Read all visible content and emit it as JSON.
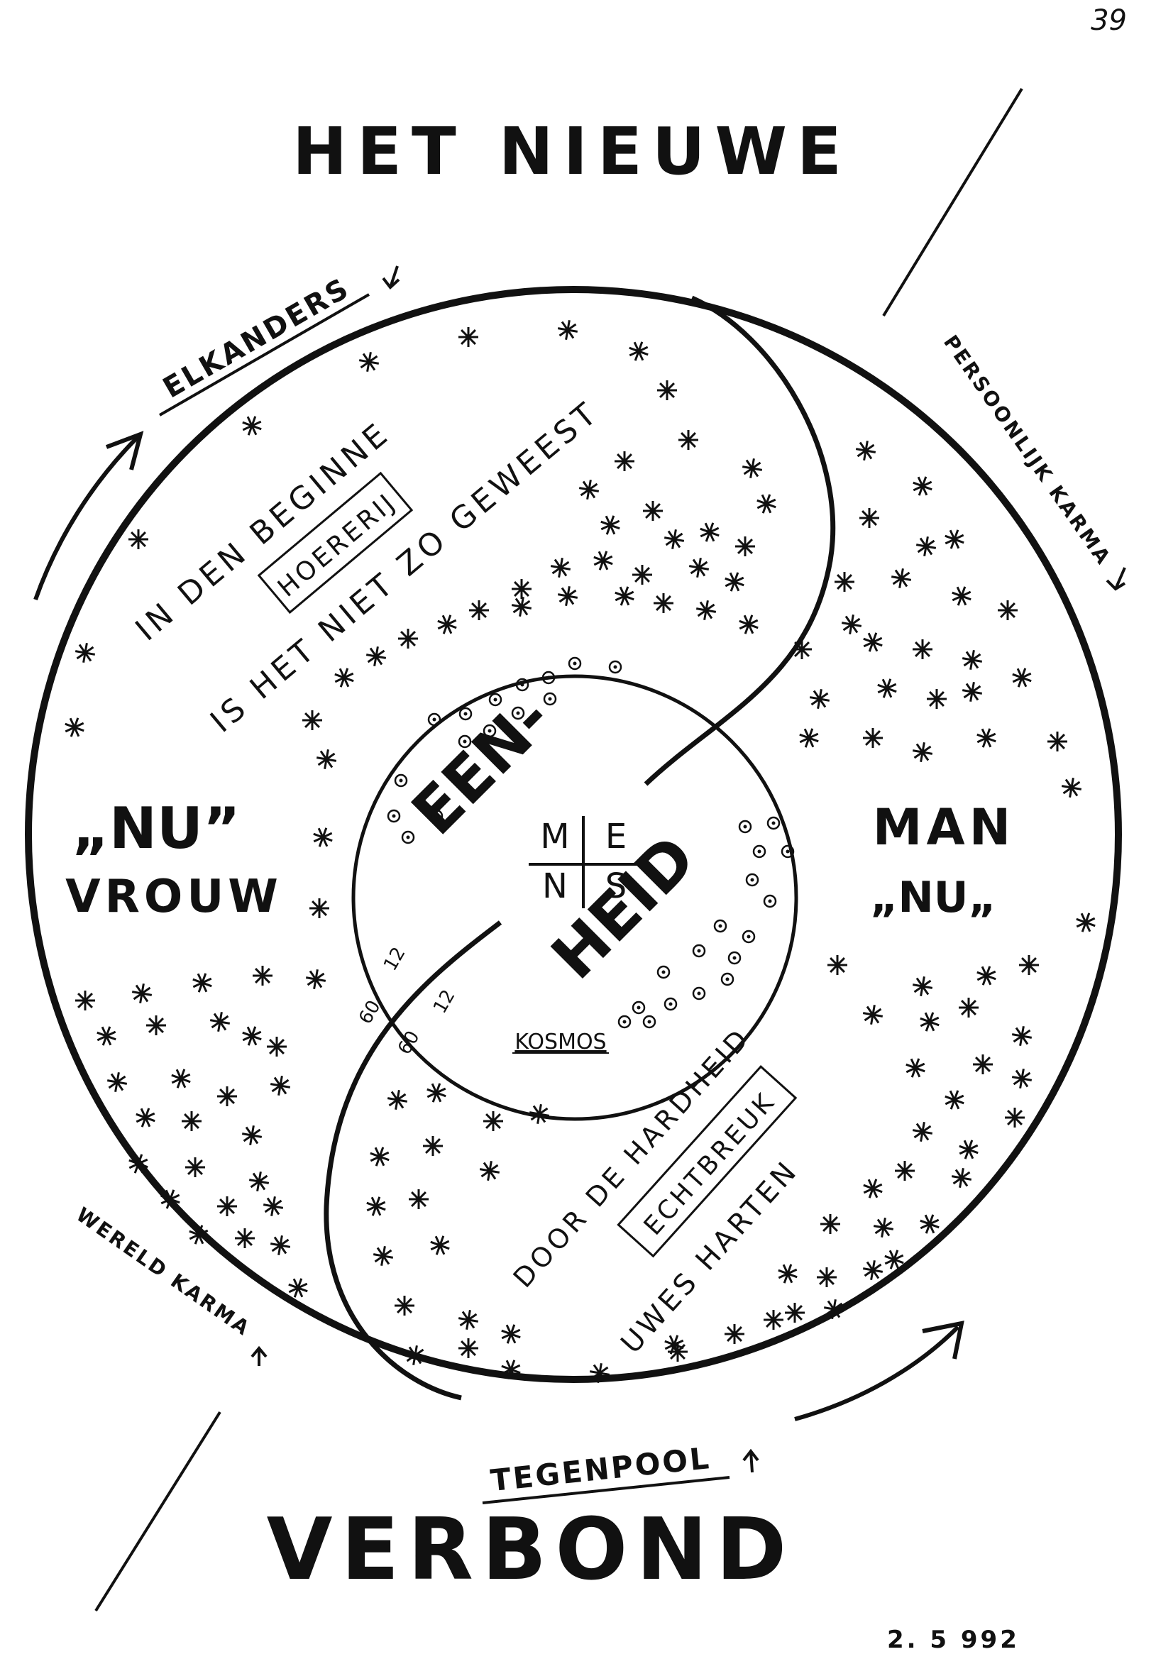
{
  "page_number": "39",
  "title_top": "HET NIEUWE",
  "title_bottom": "VERBOND",
  "labels": {
    "elkanders": "ELKANDERS",
    "persoonlijk_karma": "PERSOONLIJK KARMA",
    "wereld_karma": "WERELD KARMA",
    "tegenpool": "TEGENPOOL",
    "in_den_beginne": "IN DEN BEGINNE",
    "hoererij": "HOERERIJ",
    "is_het_niet": "IS HET NIET ZO GEWEEST",
    "door_de_hardheid": "DOOR DE HARDHEID",
    "echtbreuk": "ECHTBREUK",
    "uwes_harten": "UWES HARTEN",
    "nu_left": "„NU”",
    "vrouw": "VROUW",
    "man": "MAN",
    "nu_right": "„NU„",
    "een": "EEN-",
    "heid": "HEID",
    "m": "M",
    "e": "E",
    "n": "N",
    "s": "S",
    "kosmos": "KOSMOS",
    "n12a": "12",
    "n60a": "60",
    "n12b": "12",
    "n60b": "60"
  },
  "date": "2. 5 992",
  "icons": {
    "star": "asterisk-star-icon",
    "dot": "circled-dot-icon",
    "arrow": "arrow-icon"
  }
}
